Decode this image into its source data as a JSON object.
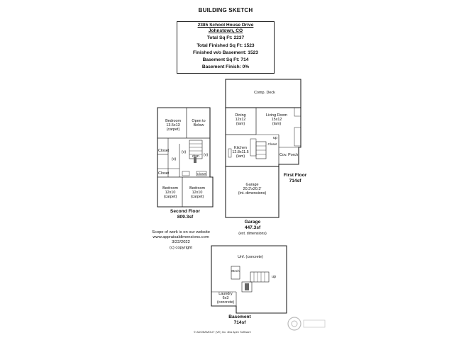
{
  "title": "BUILDING SKETCH",
  "info": {
    "address": "2385 School House Drive",
    "city": "Johnstown, CO",
    "total_sq_ft": "Total Sq Ft: 2237",
    "total_finished": "Total Finished Sq Ft: 1523",
    "finished_wo_basement": "Finished w/o Basement: 1523",
    "basement_sq_ft": "Basement Sq Ft: 714",
    "basement_finish": "Basement Finish: 0%"
  },
  "second_floor": {
    "caption": "Second Floor",
    "area": "809.3sf",
    "rooms": {
      "bedroom_main": "Bedroom",
      "bedroom_main_dims": "13.5x13",
      "bedroom_main_finish": "(carpet)",
      "open": "Open to",
      "open2": "Below",
      "closet_a": "Closet",
      "closet_b": "Closet",
      "closet_c": "Closet",
      "v1": "(v)",
      "v2": "(v)",
      "v3": "(v)",
      "dwn": "dwn",
      "bedroom_a": "Bedroom",
      "bedroom_a_dims": "12x10",
      "bedroom_a_finish": "(carpet)",
      "bedroom_b": "Bedroom",
      "bedroom_b_dims": "12x10",
      "bedroom_b_finish": "(carpet)"
    }
  },
  "first_floor": {
    "caption": "First Floor",
    "area": "714sf",
    "rooms": {
      "deck": "Comp. Deck",
      "dining": "Dining",
      "dining_dims": "12x12",
      "dining_finish": "(lam)",
      "living": "Living Room",
      "living_dims": "15x12",
      "living_finish": "(lam)",
      "kitchen": "Kitchen",
      "kitchen_dims": "12.8x11.5",
      "kitchen_finish": "(lam)",
      "closet": "Closet",
      "up": "up",
      "porch": "Cov. Porch"
    }
  },
  "garage": {
    "label": "Garage",
    "dims": "20.3'x20.3'",
    "note": "(int. dimensions)",
    "caption": "Garage",
    "area": "447.3sf",
    "ext_note": "(ext. dimensions)"
  },
  "basement": {
    "unf": "Unf. (concrete)",
    "mech": "Mech",
    "up": "up",
    "laundry": "Laundry",
    "laundry_dims": "6x3",
    "laundry_finish": "(concrete)",
    "caption": "Basement",
    "area": "714sf"
  },
  "scope": {
    "l1": "Scope of work is on our website",
    "l2": "www.appraisaldimensions.com",
    "l3": "3/22/2022",
    "l4": "(c) copyright"
  },
  "footer": "© ADOBAMOUT (VE) Inc. dba Apex Software"
}
